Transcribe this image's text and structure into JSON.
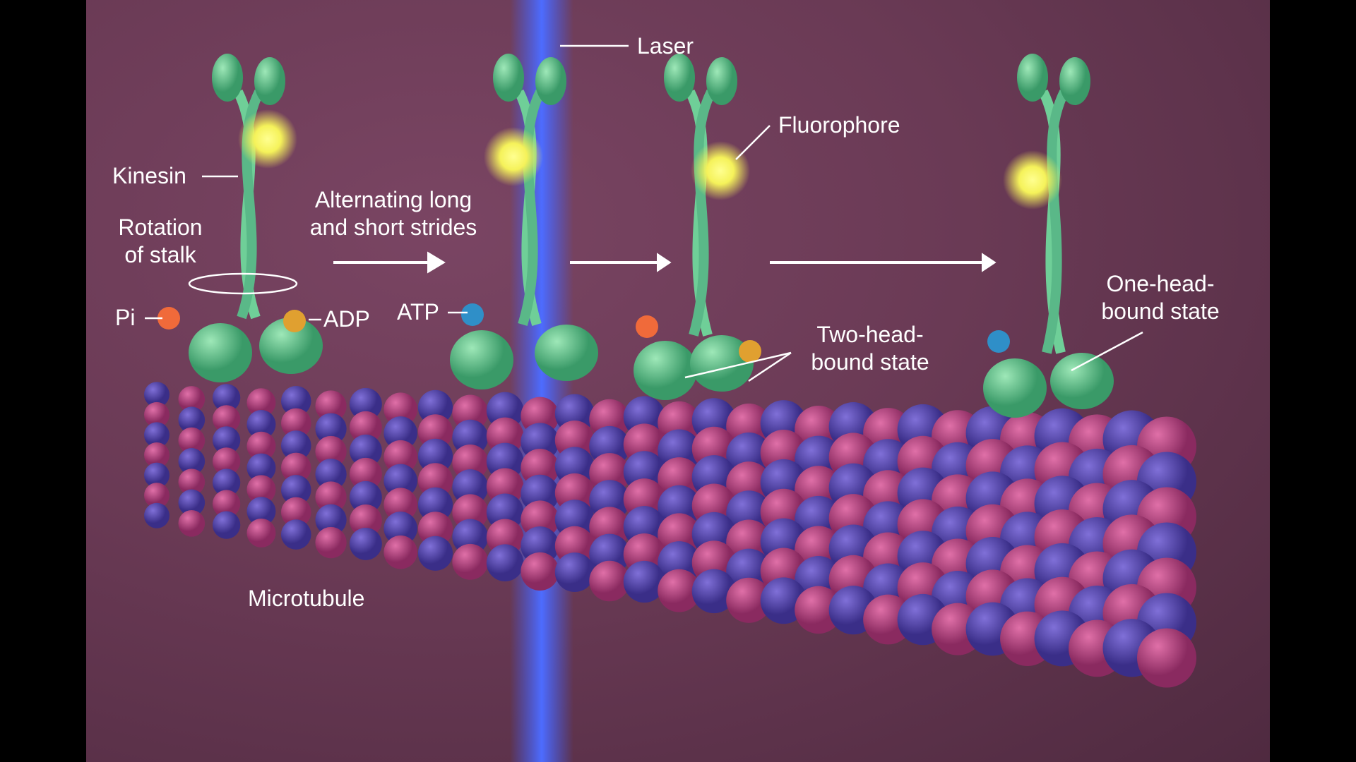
{
  "labels": {
    "laser": "Laser",
    "fluorophore": "Fluorophore",
    "kinesin": "Kinesin",
    "strides_line1": "Alternating long",
    "strides_line2": "and short strides",
    "rotation_line1": "Rotation",
    "rotation_line2": "of stalk",
    "pi": "Pi",
    "adp": "ADP",
    "atp": "ATP",
    "two_head_line1": "Two-head-",
    "two_head_line2": "bound state",
    "one_head_line1": "One-head-",
    "one_head_line2": "bound state",
    "microtubule": "Microtubule"
  },
  "colors": {
    "background": "#6a3a55",
    "tubulin_alpha": "#b03d7d",
    "tubulin_beta": "#5a45a8",
    "kinesin": "#5fc08a",
    "fluorophore": "#f5f25a",
    "laser": "#3d5cff",
    "pi": "#f06a3a",
    "adp": "#e0a030",
    "atp": "#2f8fc8"
  }
}
